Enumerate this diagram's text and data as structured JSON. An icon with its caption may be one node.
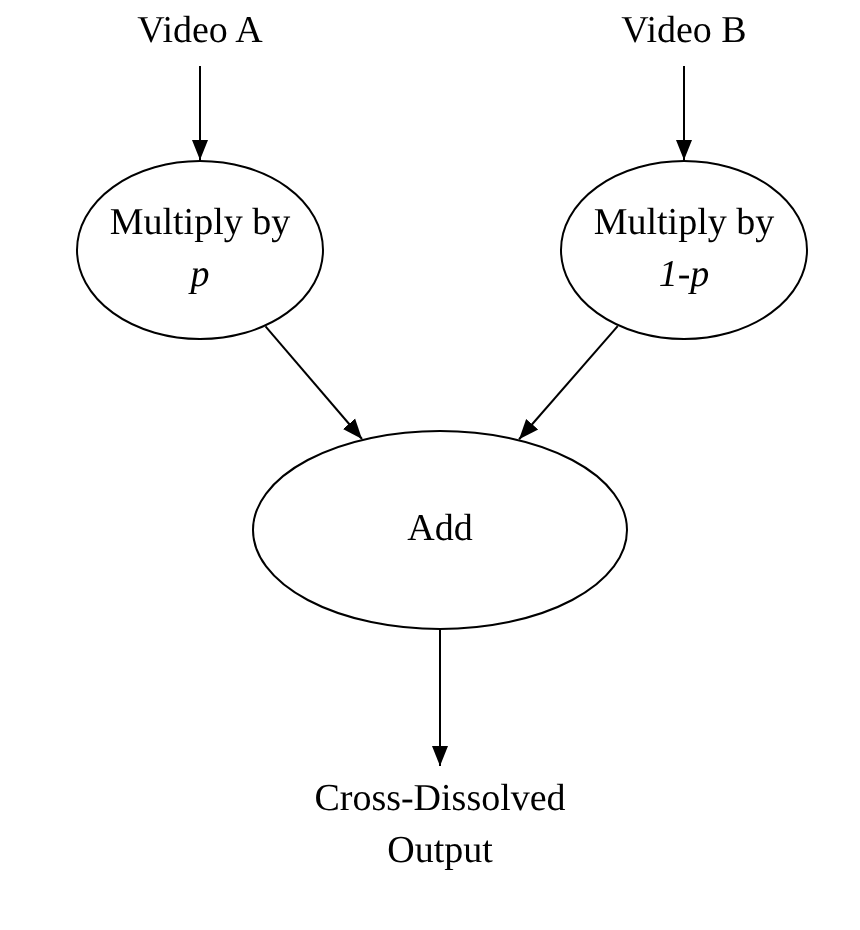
{
  "diagram": {
    "nodes": [
      {
        "text": [
          "Video A"
        ]
      },
      {
        "text": [
          "Video B"
        ]
      },
      {
        "text": [
          "Multiply by *p*"
        ]
      },
      {
        "text": [
          "Multiply by *1-p*"
        ]
      },
      {
        "text": [
          "Add"
        ]
      },
      {
        "text": [
          "Cross-Dissolved Output"
        ]
      }
    ],
    "edges": [
      {
        "from": 0,
        "to": 2,
        "arrow": "to"
      },
      {
        "from": 1,
        "to": 3,
        "arrow": "to"
      },
      {
        "from": 2,
        "to": 4,
        "arrow": "to"
      },
      {
        "from": 3,
        "to": 4,
        "arrow": "to"
      },
      {
        "from": 4,
        "to": 5,
        "arrow": "to"
      }
    ]
  }
}
